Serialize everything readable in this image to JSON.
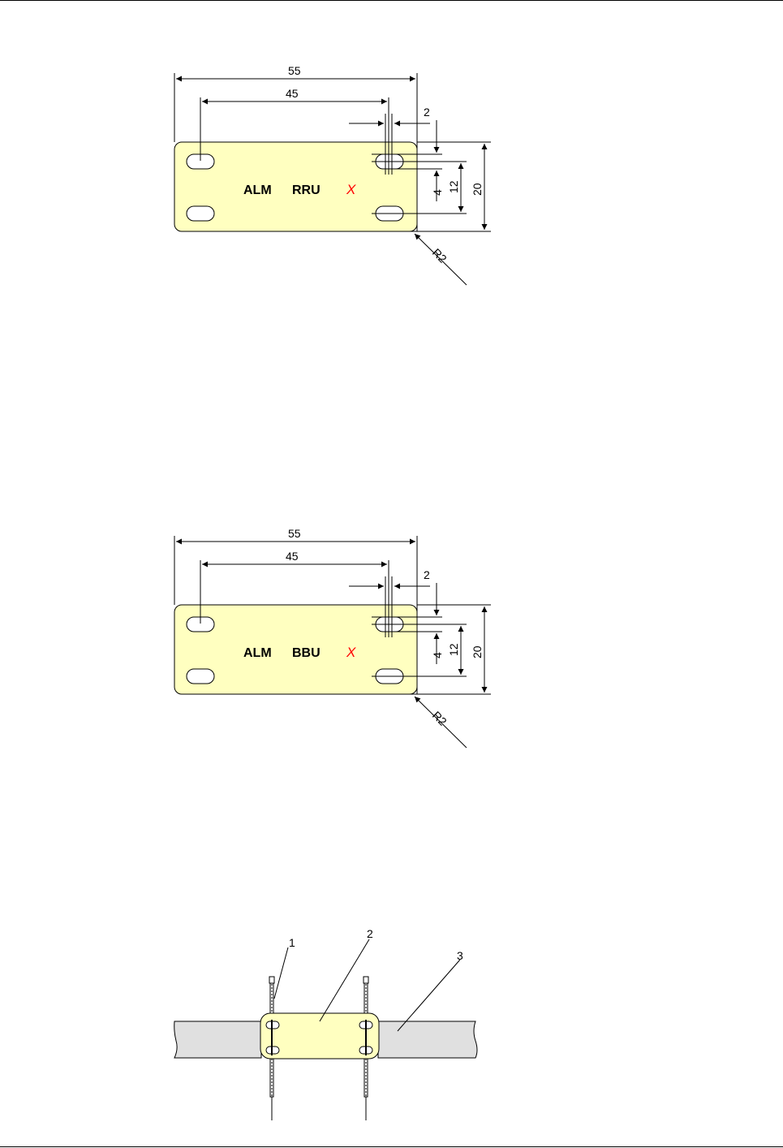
{
  "label_drawings": [
    {
      "label_text_left": "ALM",
      "label_text_right": "RRU",
      "mark": "X",
      "dim_total_width": "55",
      "dim_hole_spacing": "45",
      "dim_hole_edge": "2",
      "dim_hole_height": "4",
      "dim_hole_pitch": "12",
      "dim_total_height": "20",
      "dim_radius": "R2"
    },
    {
      "label_text_left": "ALM",
      "label_text_right": "BBU",
      "mark": "X",
      "dim_total_width": "55",
      "dim_hole_spacing": "45",
      "dim_hole_edge": "2",
      "dim_hole_height": "4",
      "dim_hole_pitch": "12",
      "dim_total_height": "20",
      "dim_radius": "R2"
    }
  ],
  "installation": {
    "callouts": [
      "1",
      "2",
      "3"
    ]
  },
  "colors": {
    "label_fill": "#ffffc0",
    "cable_fill": "#e0e0e0",
    "mark": "#ff0000",
    "line": "#000000"
  }
}
